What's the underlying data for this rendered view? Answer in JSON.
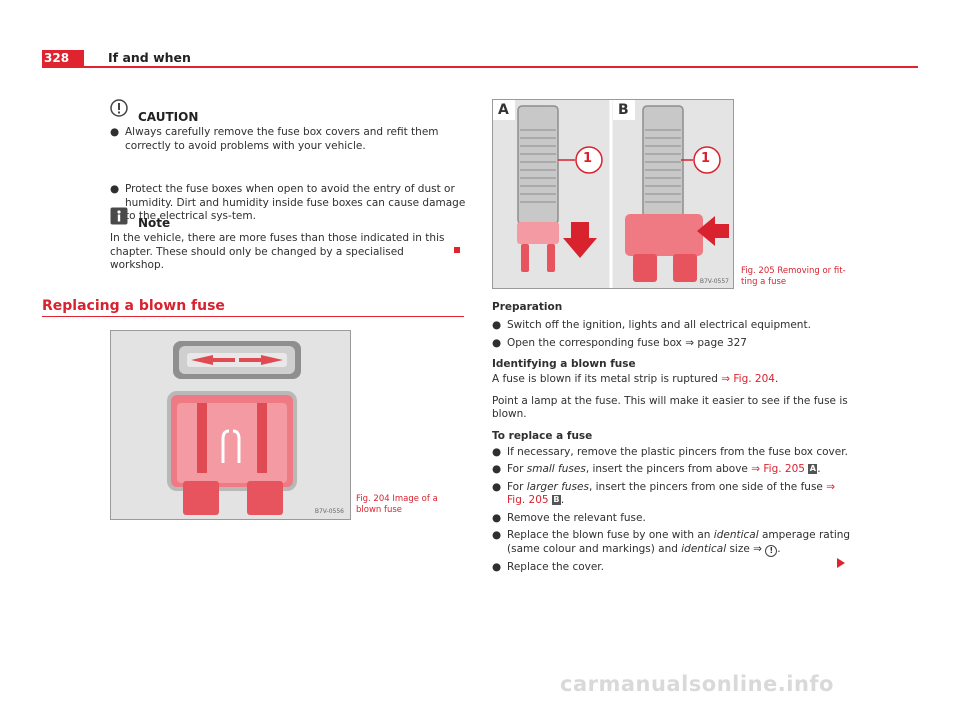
{
  "header": {
    "page_number": "328",
    "title": "If and when"
  },
  "caution": {
    "title": "CAUTION",
    "bullets": [
      "Always carefully remove the fuse box covers and refit them correctly to avoid problems with your vehicle.",
      "Protect the fuse boxes when open to avoid the entry of dust or humidity. Dirt and humidity inside fuse boxes can cause damage to the electrical sys-tem."
    ]
  },
  "note": {
    "title": "Note",
    "text": "In the vehicle, there are more fuses than those indicated in this chapter. These should only be changed by a specialised workshop."
  },
  "section": {
    "title": "Replacing a blown fuse"
  },
  "fig204": {
    "code": "B7V-0556",
    "caption_line1": "Fig. 204   Image of a",
    "caption_line2": "blown fuse"
  },
  "fig205": {
    "label_a": "A",
    "label_b": "B",
    "callout_a": "1",
    "callout_b": "1",
    "code": "B7V-0557",
    "caption_line1": "Fig. 205   Removing or fit-",
    "caption_line2": "ting a fuse"
  },
  "body": {
    "preparation_title": "Preparation",
    "prep_bullets": [
      "Switch off the ignition, lights and all electrical equipment.",
      "Open the corresponding fuse box ⇒ page 327"
    ],
    "identify_title": "Identifying a blown fuse",
    "identify_pre": "A fuse is blown if its metal strip is ruptured ",
    "identify_ref": "⇒ Fig. 204",
    "identify_post": ".",
    "lamp_text": "Point a lamp at the fuse. This will make it easier to see if the fuse is blown.",
    "replace_title": "To replace a fuse",
    "r1": "If necessary, remove the plastic pincers from the fuse box cover.",
    "r2_pre": "For ",
    "r2_em": "small fuses",
    "r2_mid": ", insert the pincers from above ",
    "r2_ref": "⇒ Fig. 205",
    "r2_letter": "A",
    "r2_post": ".",
    "r3_pre": "For ",
    "r3_em": "larger fuses",
    "r3_mid": ", insert the pincers from one side of the fuse ",
    "r3_ref": "⇒ Fig. 205",
    "r3_letter": "B",
    "r3_post": ".",
    "r4": "Remove the relevant fuse.",
    "r5_pre": "Replace the blown fuse by one with an ",
    "r5_em1": "identical",
    "r5_mid1": " amperage rating (same colour and markings) and ",
    "r5_em2": "identical",
    "r5_mid2": " size ⇒ ",
    "r5_post": ".",
    "r6": "Replace the cover."
  },
  "icons": {
    "caution": "caution-icon",
    "note": "note-icon",
    "continue": "continue-arrow-icon",
    "end": "end-of-section-icon"
  },
  "watermark": "carmanualsonline.info"
}
